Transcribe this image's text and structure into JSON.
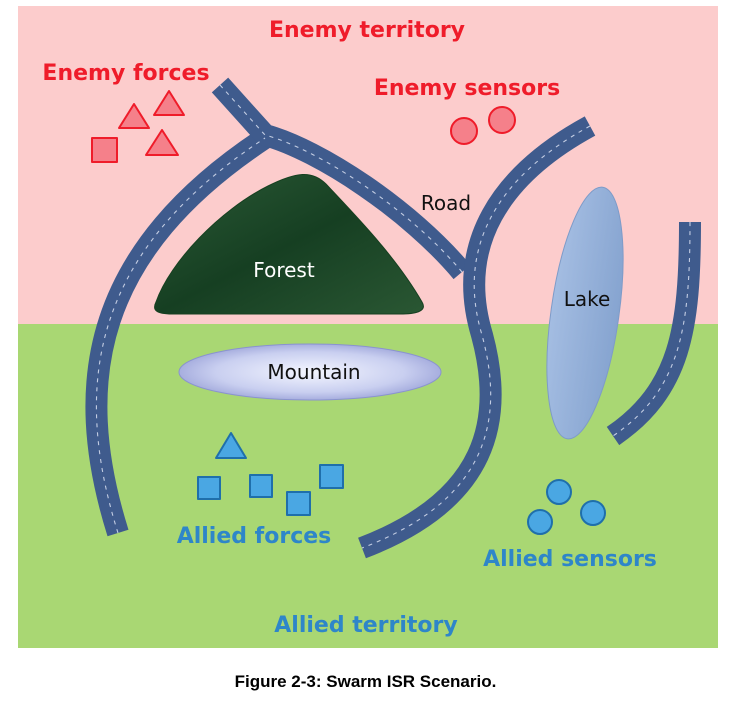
{
  "labels": {
    "enemy_territory": "Enemy territory",
    "enemy_forces": "Enemy forces",
    "enemy_sensors": "Enemy sensors",
    "road": "Road",
    "forest": "Forest",
    "lake": "Lake",
    "mountain": "Mountain",
    "allied_forces": "Allied forces",
    "allied_sensors": "Allied sensors",
    "allied_territory": "Allied territory"
  },
  "caption": "Figure 2-3: Swarm ISR Scenario.",
  "colors": {
    "enemy_zone": "#fccccc",
    "allied_zone": "#a9d773",
    "enemy_red": "#ef1c2a",
    "enemy_fill": "#f5808a",
    "allied_blue": "#2e86c9",
    "allied_fill": "#4aa7e3",
    "road": "#3f5b8d",
    "forest": "#1f4a2b",
    "lake": "#93b0d8",
    "mountain": "#c2c9ee"
  }
}
